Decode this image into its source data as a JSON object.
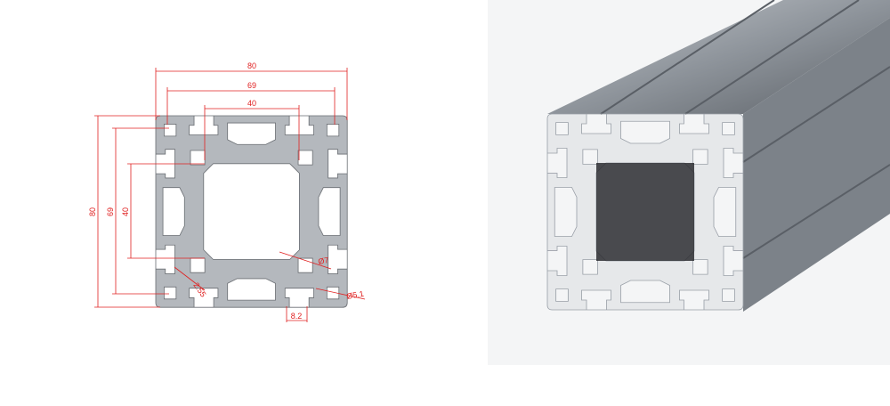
{
  "drawing": {
    "dimensions": {
      "width_overall": "80",
      "width_slot_pitch": "69",
      "width_center": "40",
      "height_overall": "80",
      "height_slot_pitch": "69",
      "height_center": "40",
      "inner_hole_diameter": "Ø7",
      "corner_hole_diameter": "Ø5.1",
      "wall_thickness": "2.55",
      "slot_width": "8.2"
    },
    "colors": {
      "dimension": "#e02020",
      "profile": "#b4b8bd",
      "outline": "#6a6e73"
    }
  },
  "render": {
    "colors": {
      "face": "#e6e8ea",
      "body": "#9aa0a8",
      "dark": "#2a2c30"
    }
  }
}
